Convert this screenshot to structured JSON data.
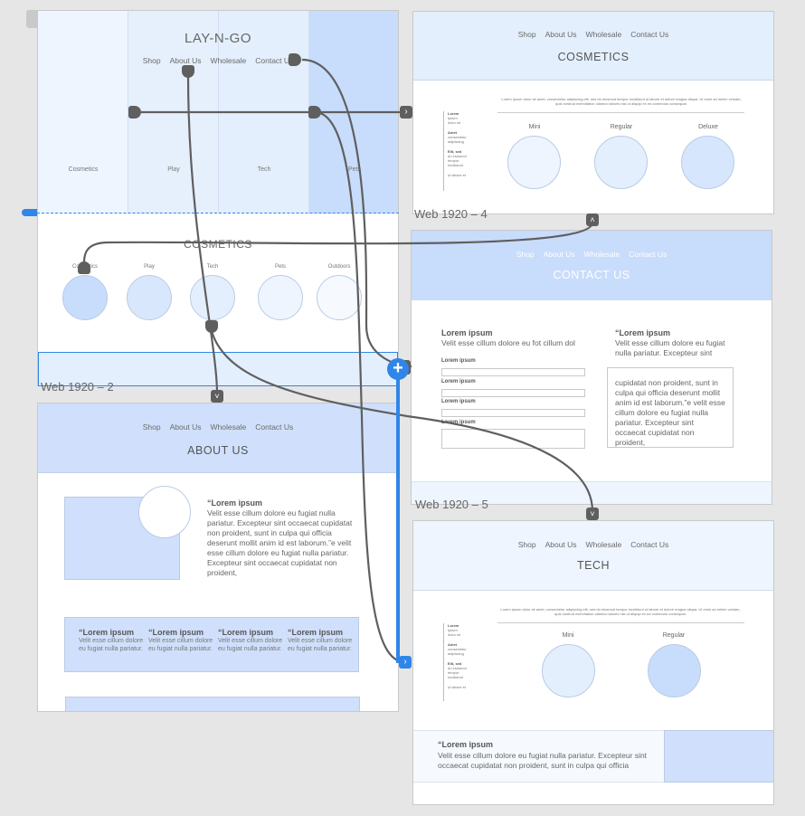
{
  "nav_items": [
    "Shop",
    "About Us",
    "Wholesale",
    "Contact Us"
  ],
  "home": {
    "brand": "LAY-N-GO",
    "columns": [
      "Cosmetics",
      "Play",
      "Tech",
      "Pets"
    ],
    "section_title": "COSMETICS",
    "categories": [
      "Cosmetics",
      "Play",
      "Tech",
      "Pets",
      "Outdoors"
    ],
    "label": "Web 1920 – 2"
  },
  "cosmetics": {
    "title": "COSMETICS",
    "intro": "Lorem ipsum dolor sit amet, consectetur adipiscing elit, sed do eiusmod tempor incididunt ut labore et dolore magna aliqua. Ut enim ad minim veniam, quis nostrud exercitation ullamco laboris nisi ut aliquip ex ea commodo consequat.",
    "side_blocks": [
      {
        "title": "Lorem",
        "lines": [
          "ipsum",
          "dolor sit"
        ]
      },
      {
        "title": "Amet",
        "lines": [
          "consectetur",
          "adipiscing"
        ]
      },
      {
        "title": "Elit, sed",
        "lines": [
          "do eiusmod",
          "tempor",
          "incididunt"
        ]
      }
    ],
    "side_footer": "ut labore et",
    "tiers": [
      "Mini",
      "Regular",
      "Deluxe"
    ],
    "label": "Web 1920 – 4"
  },
  "contact": {
    "title": "CONTACT US",
    "left_head": "Lorem ipsum",
    "left_sub": "Velit esse cillum dolore eu fot cillum dol",
    "field_labels": [
      "Lorem ipsum",
      "Lorem ipsum",
      "Lorem ipsum",
      "Lorem ipsum"
    ],
    "right_head": "“Lorem ipsum",
    "right_sub": "Velit esse cillum dolore eu fugiat nulla pariatur. Excepteur sint",
    "box_text": "cupidatat non proident, sunt in culpa qui officia deserunt mollit anim id est laborum.”e velit esse cillum dolore eu fugiat nulla pariatur. Excepteur sint occaecat cupidatat non proident,",
    "label": "Web 1920 – 5"
  },
  "about": {
    "title": "ABOUT US",
    "quote_head": "“Lorem ipsum",
    "quote_text": "Velit esse cillum dolore eu fugiat nulla pariatur. Excepteur sint occaecat cupidatat non proident, sunt in culpa qui officia deserunt mollit anim id est laborum.”e velit esse cillum dolore eu fugiat nulla pariatur. Excepteur sint occaecat cupidatat non proident,",
    "cards": [
      {
        "head": "“Lorem ipsum",
        "text": "Velit esse cillum dolore eu fugiat nulla pariatur."
      },
      {
        "head": "“Lorem ipsum",
        "text": "Velit esse cillum dolore eu fugiat nulla pariatur."
      },
      {
        "head": "“Lorem ipsum",
        "text": "Velit esse cillum dolore eu fugiat nulla pariatur."
      },
      {
        "head": "“Lorem ipsum",
        "text": "Velit esse cillum dolore eu fugiat nulla pariatur."
      }
    ]
  },
  "tech": {
    "title": "TECH",
    "intro": "Lorem ipsum dolor sit amet, consectetur adipiscing elit, sed do eiusmod tempor incididunt ut labore et dolore magna aliqua. Ut enim ad minim veniam, quis nostrud exercitation ullamco laboris nisi ut aliquip ex ea commodo consequat.",
    "side_blocks": [
      {
        "title": "Lorem",
        "lines": [
          "ipsum",
          "dolor sit"
        ]
      },
      {
        "title": "Amet",
        "lines": [
          "consectetur",
          "adipiscing"
        ]
      },
      {
        "title": "Elit, sed",
        "lines": [
          "do eiusmod",
          "tempor",
          "incididunt"
        ]
      }
    ],
    "side_footer": "ut labore et",
    "tiers": [
      "Mini",
      "Regular"
    ],
    "quote_head": "“Lorem ipsum",
    "quote_text": "Velit esse cillum dolore eu fugiat nulla pariatur. Excepteur sint occaecat cupidatat non proident, sunt in culpa qui officia"
  },
  "icons": {
    "handle": "connector-handle-icon",
    "arrow_right": "chevron-right-icon",
    "arrow_down": "chevron-down-icon",
    "arrow_up": "chevron-up-icon",
    "add": "plus-icon"
  },
  "colors": {
    "canvas": "#e6e6e6",
    "light_blue": "#e3effd",
    "mid_blue": "#c8dcfb",
    "selection": "#2f86e8",
    "wire": "#5f5f5f"
  }
}
